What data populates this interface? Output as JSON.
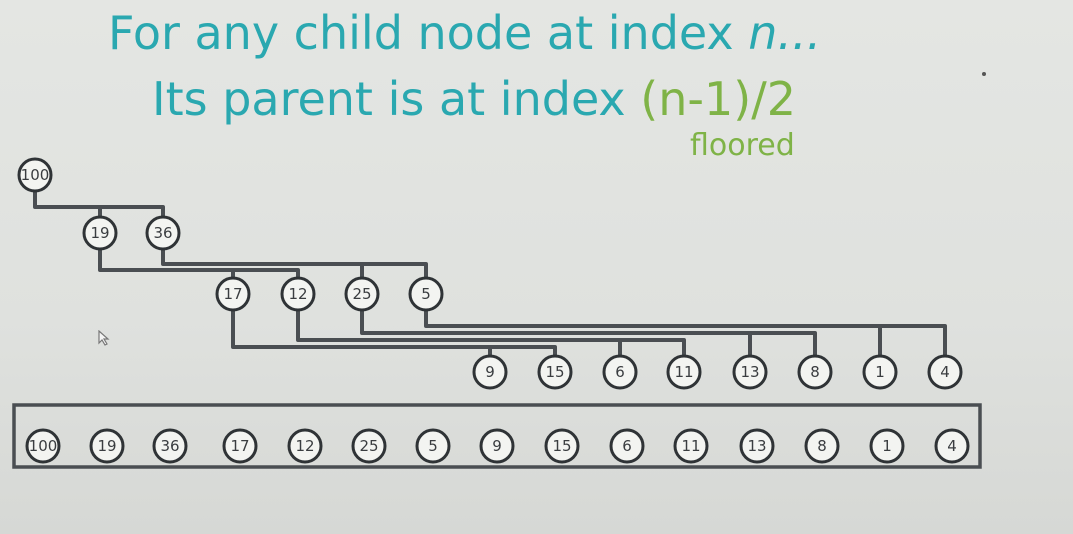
{
  "title": {
    "line1_text": "For any child node at index ",
    "line1_var": "n...",
    "line2_text": "Its parent is at index ",
    "line2_formula": "(n-1)/2"
  },
  "note": "floored",
  "colors": {
    "title": "#2aa8b0",
    "formula": "#7fb347",
    "stroke": "#4a4e52"
  },
  "heap": {
    "tree_nodes": [
      {
        "value": "100",
        "index": 0,
        "level": 0
      },
      {
        "value": "19",
        "index": 1,
        "level": 1
      },
      {
        "value": "36",
        "index": 2,
        "level": 1
      },
      {
        "value": "17",
        "index": 3,
        "level": 2
      },
      {
        "value": "12",
        "index": 4,
        "level": 2
      },
      {
        "value": "25",
        "index": 5,
        "level": 2
      },
      {
        "value": "5",
        "index": 6,
        "level": 2
      },
      {
        "value": "9",
        "index": 7,
        "level": 3
      },
      {
        "value": "15",
        "index": 8,
        "level": 3
      },
      {
        "value": "6",
        "index": 9,
        "level": 3
      },
      {
        "value": "11",
        "index": 10,
        "level": 3
      },
      {
        "value": "13",
        "index": 11,
        "level": 3
      },
      {
        "value": "8",
        "index": 12,
        "level": 3
      },
      {
        "value": "1",
        "index": 13,
        "level": 3
      },
      {
        "value": "4",
        "index": 14,
        "level": 3
      }
    ],
    "array": [
      "100",
      "19",
      "36",
      "17",
      "12",
      "25",
      "5",
      "9",
      "15",
      "6",
      "11",
      "13",
      "8",
      "1",
      "4"
    ]
  }
}
